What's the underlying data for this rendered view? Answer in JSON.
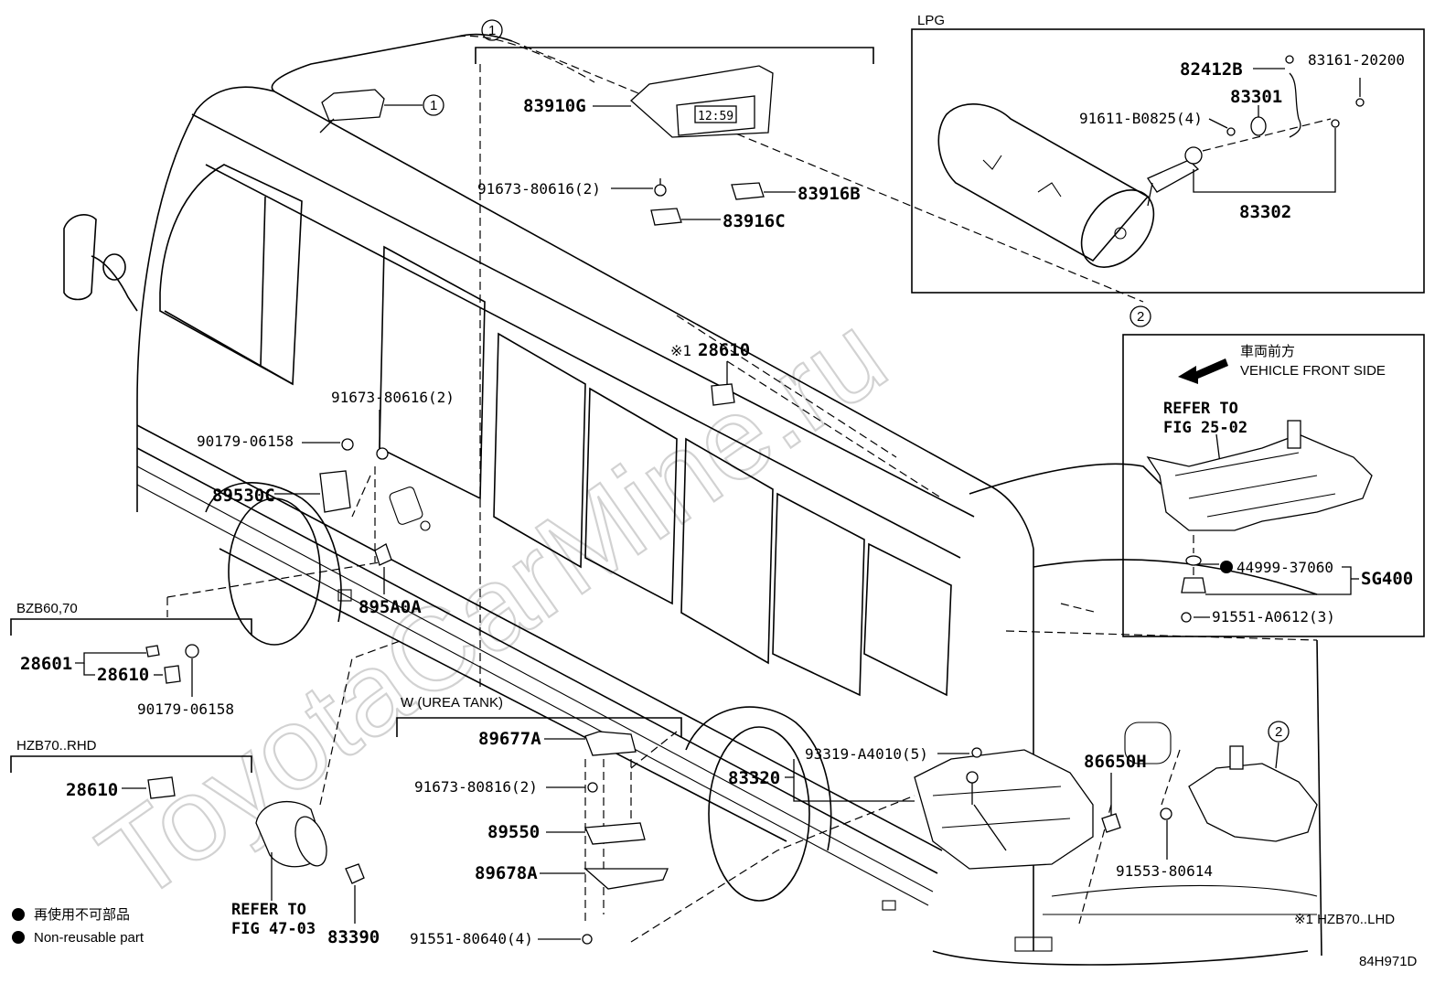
{
  "diagram": {
    "code": "84H971D",
    "watermark": "ToyotaCarMine.ru",
    "callout_1": "1",
    "callout_2": "2",
    "inset_lpg": {
      "title": "LPG",
      "parts": [
        "82412B",
        "83161-20200",
        "83301",
        "91611-B0825(4)",
        "83302"
      ]
    },
    "top_detail": {
      "parts": [
        "83910G",
        "91673-80616(2)",
        "83916B",
        "83916C"
      ],
      "clock_display": "12:59"
    },
    "inset_2": {
      "direction_jp": "車両前方",
      "direction_en": "VEHICLE FRONT SIDE",
      "refer_line1": "REFER TO",
      "refer_line2": "FIG 25-02",
      "parts": [
        "44999-37060",
        "SG400",
        "91551-A0612(3)"
      ]
    },
    "main_parts": {
      "p28610_note": "※1",
      "p28610": "28610",
      "p91673_mid": "91673-80616(2)",
      "p90179_mid": "90179-06158",
      "p89530C": "89530C",
      "p895A0A": "895A0A",
      "p93319": "93319-A4010(5)",
      "p83320": "83320",
      "p86650H": "86650H",
      "p91553": "91553-80614",
      "p83390": "83390",
      "refer_line1": "REFER TO",
      "refer_line2": "FIG 47-03"
    },
    "bzb": {
      "title": "BZB60,70",
      "parts": [
        "28601",
        "28610",
        "90179-06158"
      ]
    },
    "hzb_rhd": {
      "title": "HZB70..RHD",
      "parts": [
        "28610"
      ]
    },
    "urea": {
      "title": "W (UREA TANK)",
      "parts": [
        "89677A",
        "91673-80816(2)",
        "89550",
        "89678A",
        "91551-80640(4)"
      ]
    },
    "legend": {
      "jp": "再使用不可部品",
      "en": "Non-reusable part"
    },
    "footnote": "※1 HZB70..LHD"
  }
}
